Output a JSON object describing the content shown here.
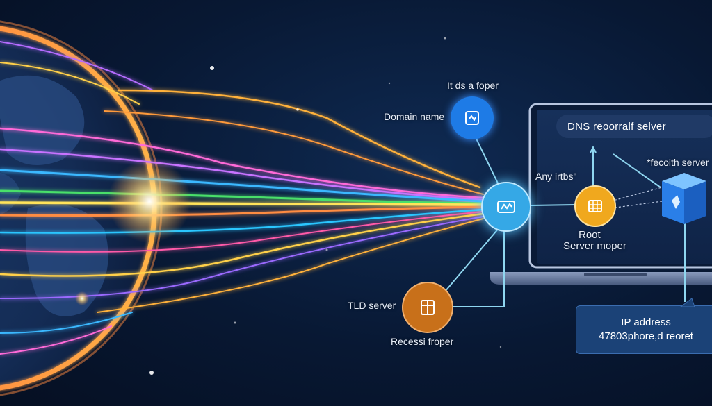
{
  "diagram": {
    "top_label": "It ds a foper",
    "domain_label": "Domain name",
    "any_label": "Any irtbs\"",
    "root_label_line1": "Root",
    "root_label_line2": "Server moper",
    "tld_label": "TLD server",
    "recessi_label": "Recessi froper",
    "resolver_title": "DNS reoorralf selver",
    "auth_label": "*fecoith server",
    "ip_box_line1": "IP address",
    "ip_box_line2": "47803phore,d reoret"
  },
  "colors": {
    "domain_node": "#1e7be6",
    "hub_node": "#35a8e6",
    "root_node": "#f0a81e",
    "tld_node": "#c8701a",
    "auth_cube": "#2a7fe8",
    "connector": "#8fd6f0"
  }
}
